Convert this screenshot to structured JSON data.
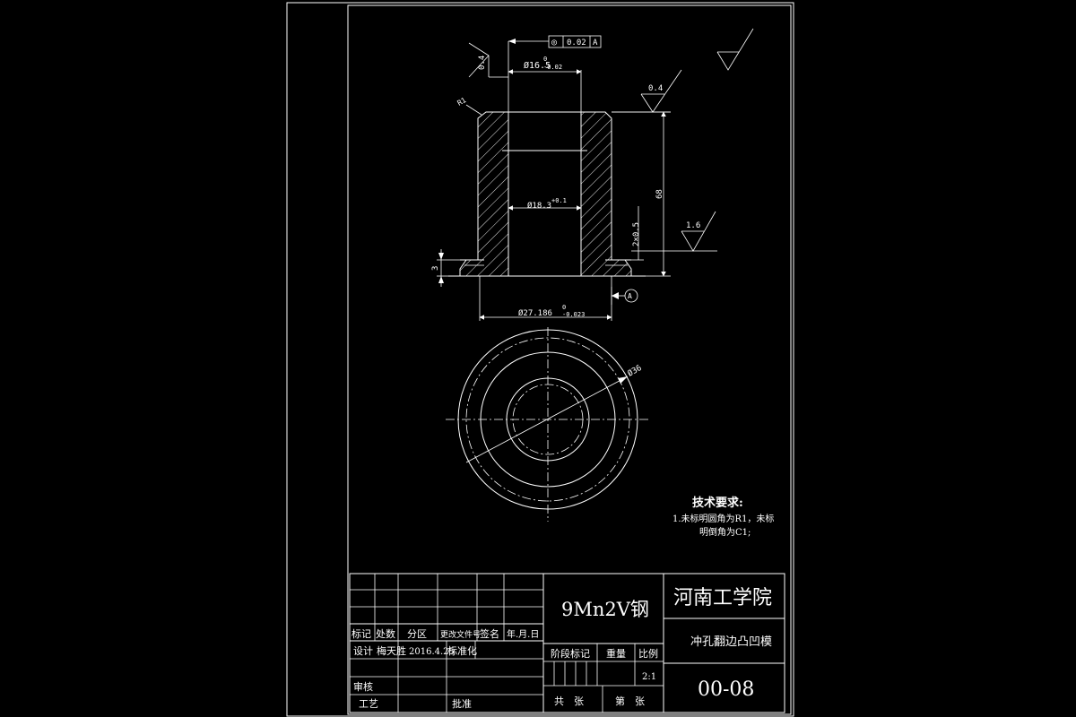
{
  "dimensions": {
    "top_bore": "Ø16.5",
    "top_bore_tol_upper": "0",
    "top_bore_tol_lower": "-0.02",
    "inner_bore": "Ø18.3",
    "inner_bore_tol": "+0.1",
    "outer_diameter": "Ø27.186",
    "outer_tol_upper": "0",
    "outer_tol_lower": "-0.023",
    "height": "68",
    "chamfer": "2×0.5",
    "step": "3",
    "radius": "R1",
    "circle_diameter": "Ø36"
  },
  "tolerance_frame": {
    "symbol": "◎",
    "value": "0.02",
    "datum": "A"
  },
  "roughness": {
    "left": "0.4",
    "top": "0.4",
    "side": "1.6"
  },
  "datum_marker": "A",
  "tech_requirements": {
    "title": "技术要求:",
    "line1": "1.未标明圆角为R1，未标",
    "line2": "明倒角为C1;"
  },
  "title_block": {
    "material": "9Mn2V钢",
    "institution": "河南工学院",
    "part_name": "冲孔翻边凸凹模",
    "drawing_number": "00-08",
    "scale": "2:1",
    "headers": {
      "mark": "标记",
      "count": "处数",
      "zone": "分区",
      "change_doc": "更改文件号",
      "signature": "签名",
      "date": "年.月.日"
    },
    "design_label": "设计",
    "designer": "梅天胜",
    "design_date": "2016.4.25",
    "standardization": "标准化",
    "review": "审核",
    "process": "工艺",
    "approve": "批准",
    "stage_mark": "阶段标记",
    "weight": "重量",
    "scale_label": "比例",
    "total_sheets": "共　张",
    "sheet_no": "第　张"
  }
}
